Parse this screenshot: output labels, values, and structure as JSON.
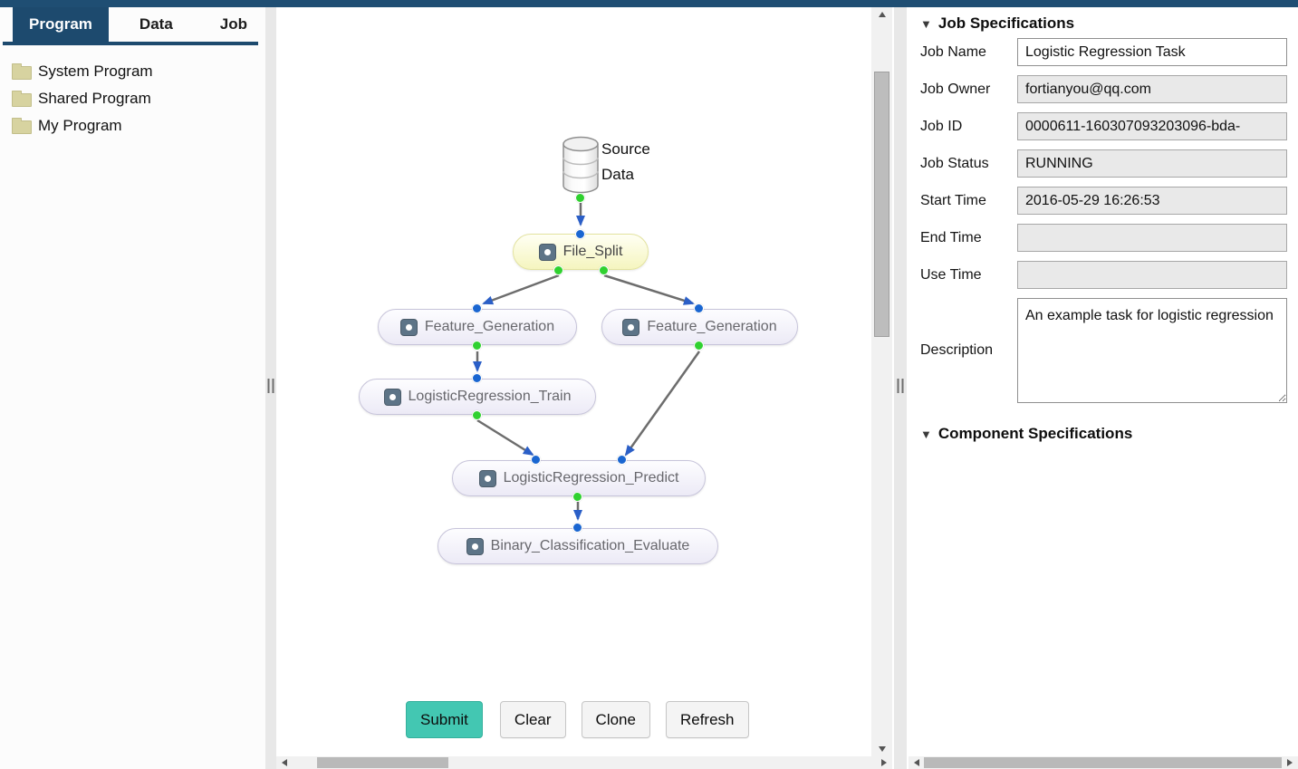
{
  "colors": {
    "navy": "#1f4e73",
    "submit_teal": "#43c7b2",
    "node_yellow": "#f5f5bf",
    "node_lavender": "#eceaf6",
    "port_green": "#30d130",
    "port_blue": "#1a66d1",
    "edge_gray": "#6d6d6d",
    "arrow_blue": "#2b5fc7"
  },
  "tabs": [
    {
      "label": "Program",
      "active": true
    },
    {
      "label": "Data",
      "active": false
    },
    {
      "label": "Job",
      "active": false
    }
  ],
  "sidebar": {
    "folders": [
      "System Program",
      "Shared Program",
      "My Program"
    ]
  },
  "canvas": {
    "source": {
      "label": "Source Data"
    },
    "nodes": [
      {
        "id": "file_split",
        "label": "File_Split",
        "style": "yellow"
      },
      {
        "id": "feature_generation_left",
        "label": "Feature_Generation",
        "style": "lavender"
      },
      {
        "id": "feature_generation_right",
        "label": "Feature_Generation",
        "style": "lavender"
      },
      {
        "id": "logistic_regression_train",
        "label": "LogisticRegression_Train",
        "style": "lavender"
      },
      {
        "id": "logistic_regression_predict",
        "label": "LogisticRegression_Predict",
        "style": "lavender"
      },
      {
        "id": "binary_classification_evaluate",
        "label": "Binary_Classification_Evaluate",
        "style": "lavender"
      }
    ],
    "edges": [
      {
        "from": "source_data",
        "to": "file_split"
      },
      {
        "from": "file_split",
        "to": "feature_generation_left"
      },
      {
        "from": "file_split",
        "to": "feature_generation_right"
      },
      {
        "from": "feature_generation_left",
        "to": "logistic_regression_train"
      },
      {
        "from": "logistic_regression_train",
        "to": "logistic_regression_predict"
      },
      {
        "from": "feature_generation_right",
        "to": "logistic_regression_predict"
      },
      {
        "from": "logistic_regression_predict",
        "to": "binary_classification_evaluate"
      }
    ],
    "buttons": [
      {
        "label": "Submit",
        "primary": true
      },
      {
        "label": "Clear",
        "primary": false
      },
      {
        "label": "Clone",
        "primary": false
      },
      {
        "label": "Refresh",
        "primary": false
      }
    ]
  },
  "job_specs": {
    "title": "Job Specifications",
    "fields": [
      {
        "label": "Job Name",
        "value": "Logistic Regression Task",
        "readonly": false
      },
      {
        "label": "Job Owner",
        "value": "fortianyou@qq.com",
        "readonly": true
      },
      {
        "label": "Job ID",
        "value": "0000611-160307093203096-bda-",
        "readonly": true
      },
      {
        "label": "Job Status",
        "value": "RUNNING",
        "readonly": true
      },
      {
        "label": "Start Time",
        "value": "2016-05-29 16:26:53",
        "readonly": true
      },
      {
        "label": "End Time",
        "value": "",
        "readonly": true
      },
      {
        "label": "Use Time",
        "value": "",
        "readonly": true
      }
    ],
    "description": {
      "label": "Description",
      "value": "An example task for logistic regression"
    }
  },
  "component_specs": {
    "title": "Component Specifications"
  }
}
